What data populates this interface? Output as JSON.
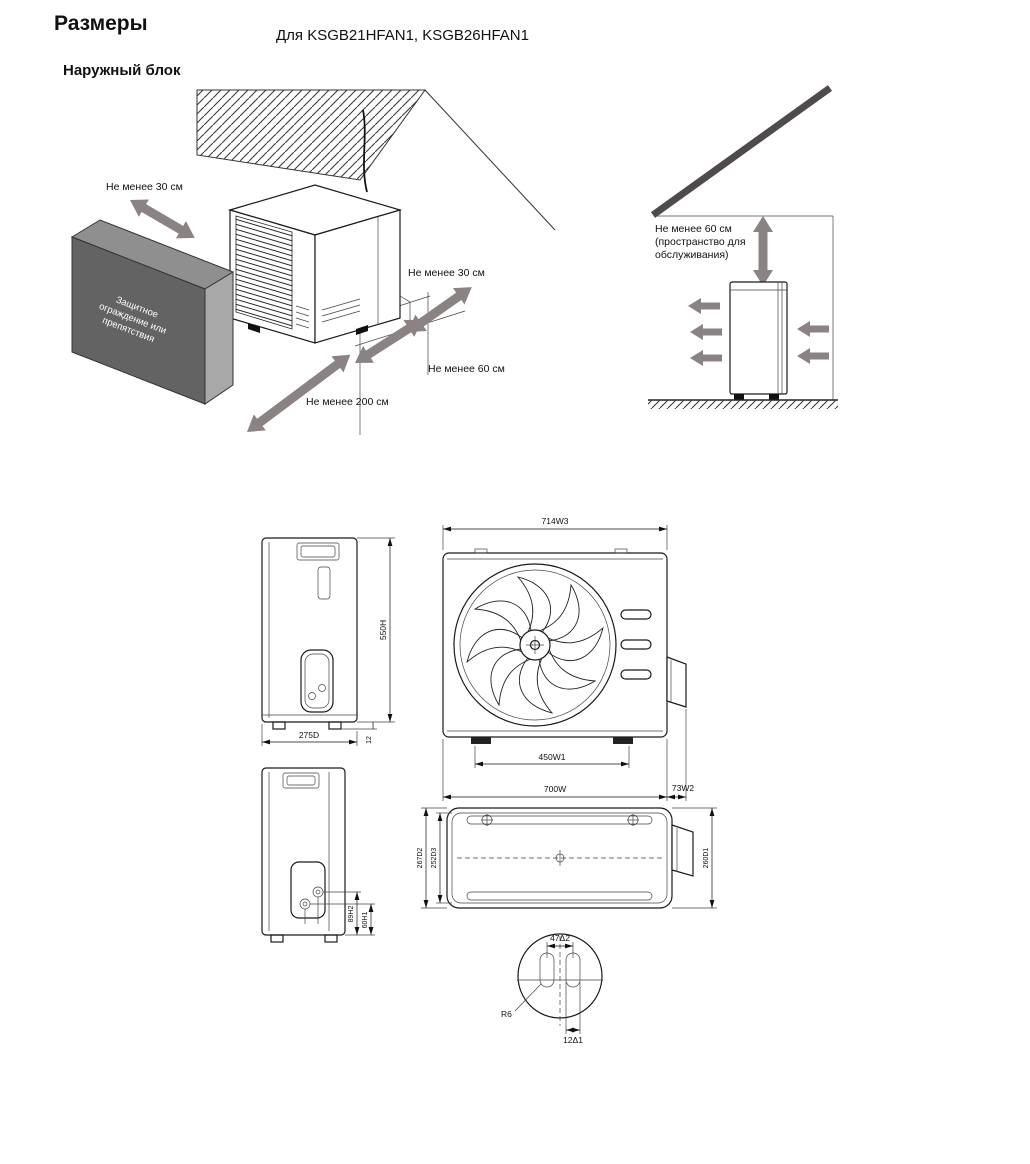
{
  "page": {
    "title": "Размеры",
    "subtitle": "Для KSGB21HFAN1, KSGB26HFAN1",
    "section_heading": "Наружный блок"
  },
  "clearance_diagram": {
    "clearance_top_left": "Не менее 30 см",
    "clearance_right": "Не менее 30 см",
    "clearance_front": "Не менее 60 см",
    "clearance_bottom": "Не менее 200 см",
    "barrier_line1": "Защитное",
    "barrier_line2": "ограждение или",
    "barrier_line3": "препятствия"
  },
  "service_diagram": {
    "line1": "Не менее 60 см",
    "line2": "(пространство для",
    "line3": "обслуживания)"
  },
  "views": {
    "side_top": {
      "h": "550H",
      "d": "275D",
      "foot": "12"
    },
    "front": {
      "w3": "714W3",
      "w1": "450W1",
      "w": "700W",
      "w2": "73W2"
    },
    "side_bottom": {
      "h2": "89H2",
      "h1": "60H1"
    },
    "top": {
      "d2": "267D2",
      "d3": "252D3",
      "d1": "260D1"
    },
    "base_detail": {
      "pitch": "47Δ2",
      "radius": "R6",
      "slot": "12Δ1"
    }
  },
  "colors": {
    "arrow": "#8b8383",
    "roof": "#4f4b4b",
    "barrier_front": "#636363",
    "barrier_top": "#8f8f8f",
    "barrier_side": "#a8a8a8"
  }
}
